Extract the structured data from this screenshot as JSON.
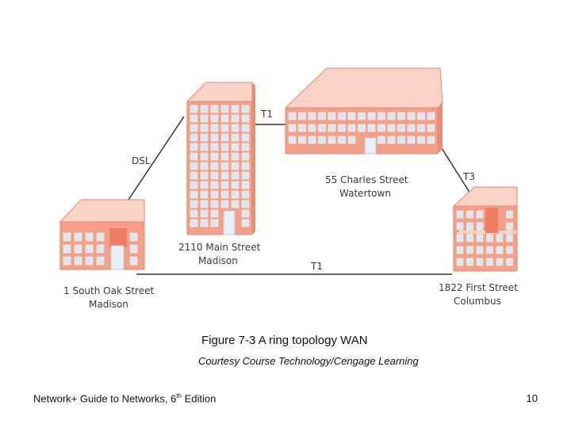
{
  "diagram": {
    "links": {
      "dsl": "DSL",
      "t1_top": "T1",
      "t3": "T3",
      "t1_bottom": "T1"
    },
    "sites": {
      "main_street": {
        "line1": "2110 Main Street",
        "line2": "Madison"
      },
      "charles_street": {
        "line1": "55 Charles Street",
        "line2": "Watertown"
      },
      "south_oak": {
        "line1": "1 South Oak Street",
        "line2": "Madison"
      },
      "first_street": {
        "line1": "1822 First Street",
        "line2": "Columbus"
      }
    },
    "colors": {
      "building_wall": "#f4a089",
      "building_roof": "#f9d3c6",
      "window": "#d9e8f2",
      "link_line": "#333333"
    }
  },
  "caption": "Figure 7-3 A ring topology WAN",
  "credit": "Courtesy Course Technology/Cengage Learning",
  "footer": {
    "book_prefix": "Network+ Guide to Networks, 6",
    "book_sup": "th",
    "book_suffix": " Edition",
    "page_number": "10"
  }
}
